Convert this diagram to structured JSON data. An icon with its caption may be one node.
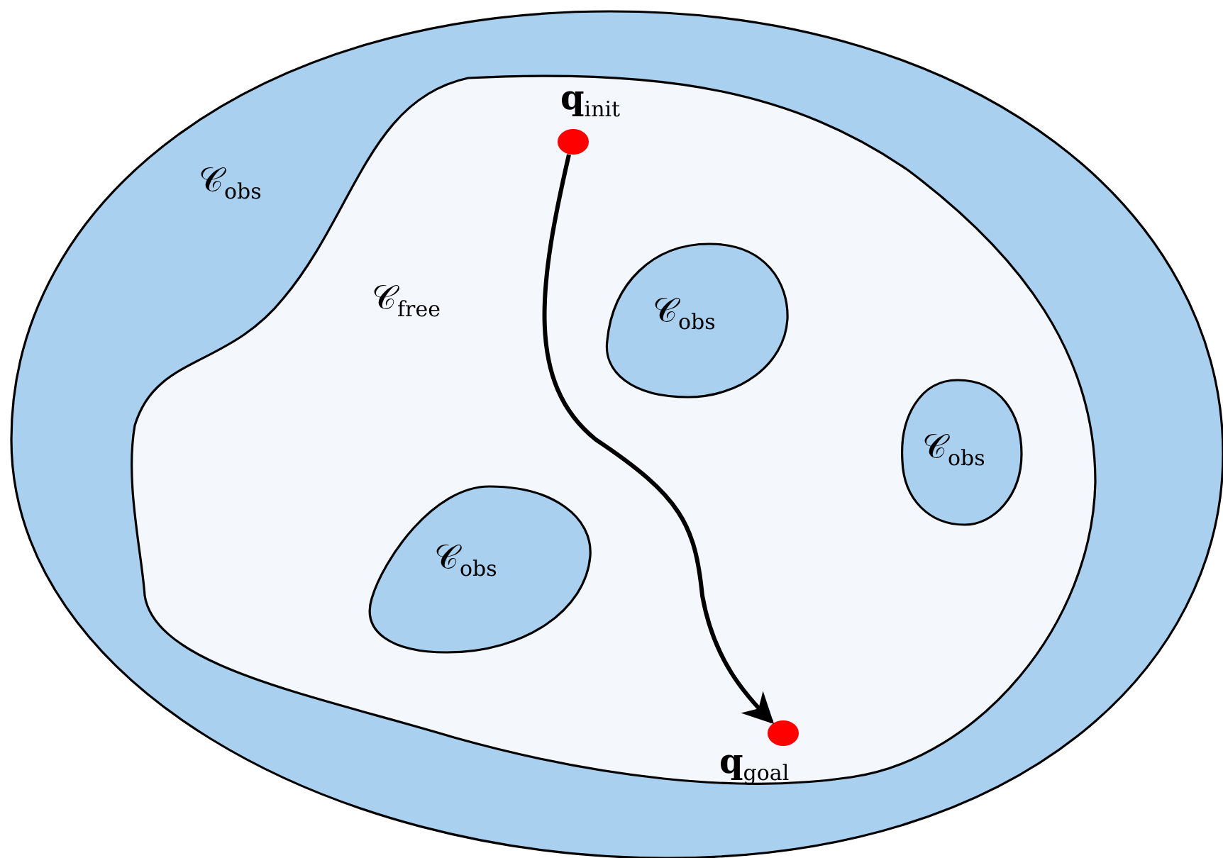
{
  "diagram": {
    "nodes": [
      {
        "text": [
          "𝒞$_{obs}$"
        ]
      },
      {
        "text": [
          "𝒞$_{free}$"
        ],
        "in": 0
      },
      {
        "text": [],
        "shape": "circle",
        "in": 1,
        "beside": [
          "**q**$_{init}$"
        ]
      },
      {
        "text": [
          "𝒞$_{obs}$"
        ],
        "in": 1
      },
      {
        "text": [
          "𝒞$_{obs}$"
        ],
        "in": 1
      },
      {
        "text": [
          "𝒞$_{obs}$"
        ],
        "in": 1
      },
      {
        "text": [],
        "shape": "circle",
        "in": 1,
        "beside": [
          "**q**$_{goal}$"
        ]
      }
    ],
    "edges": [
      {
        "from": 2,
        "to": 6,
        "arrow": "to"
      }
    ]
  }
}
